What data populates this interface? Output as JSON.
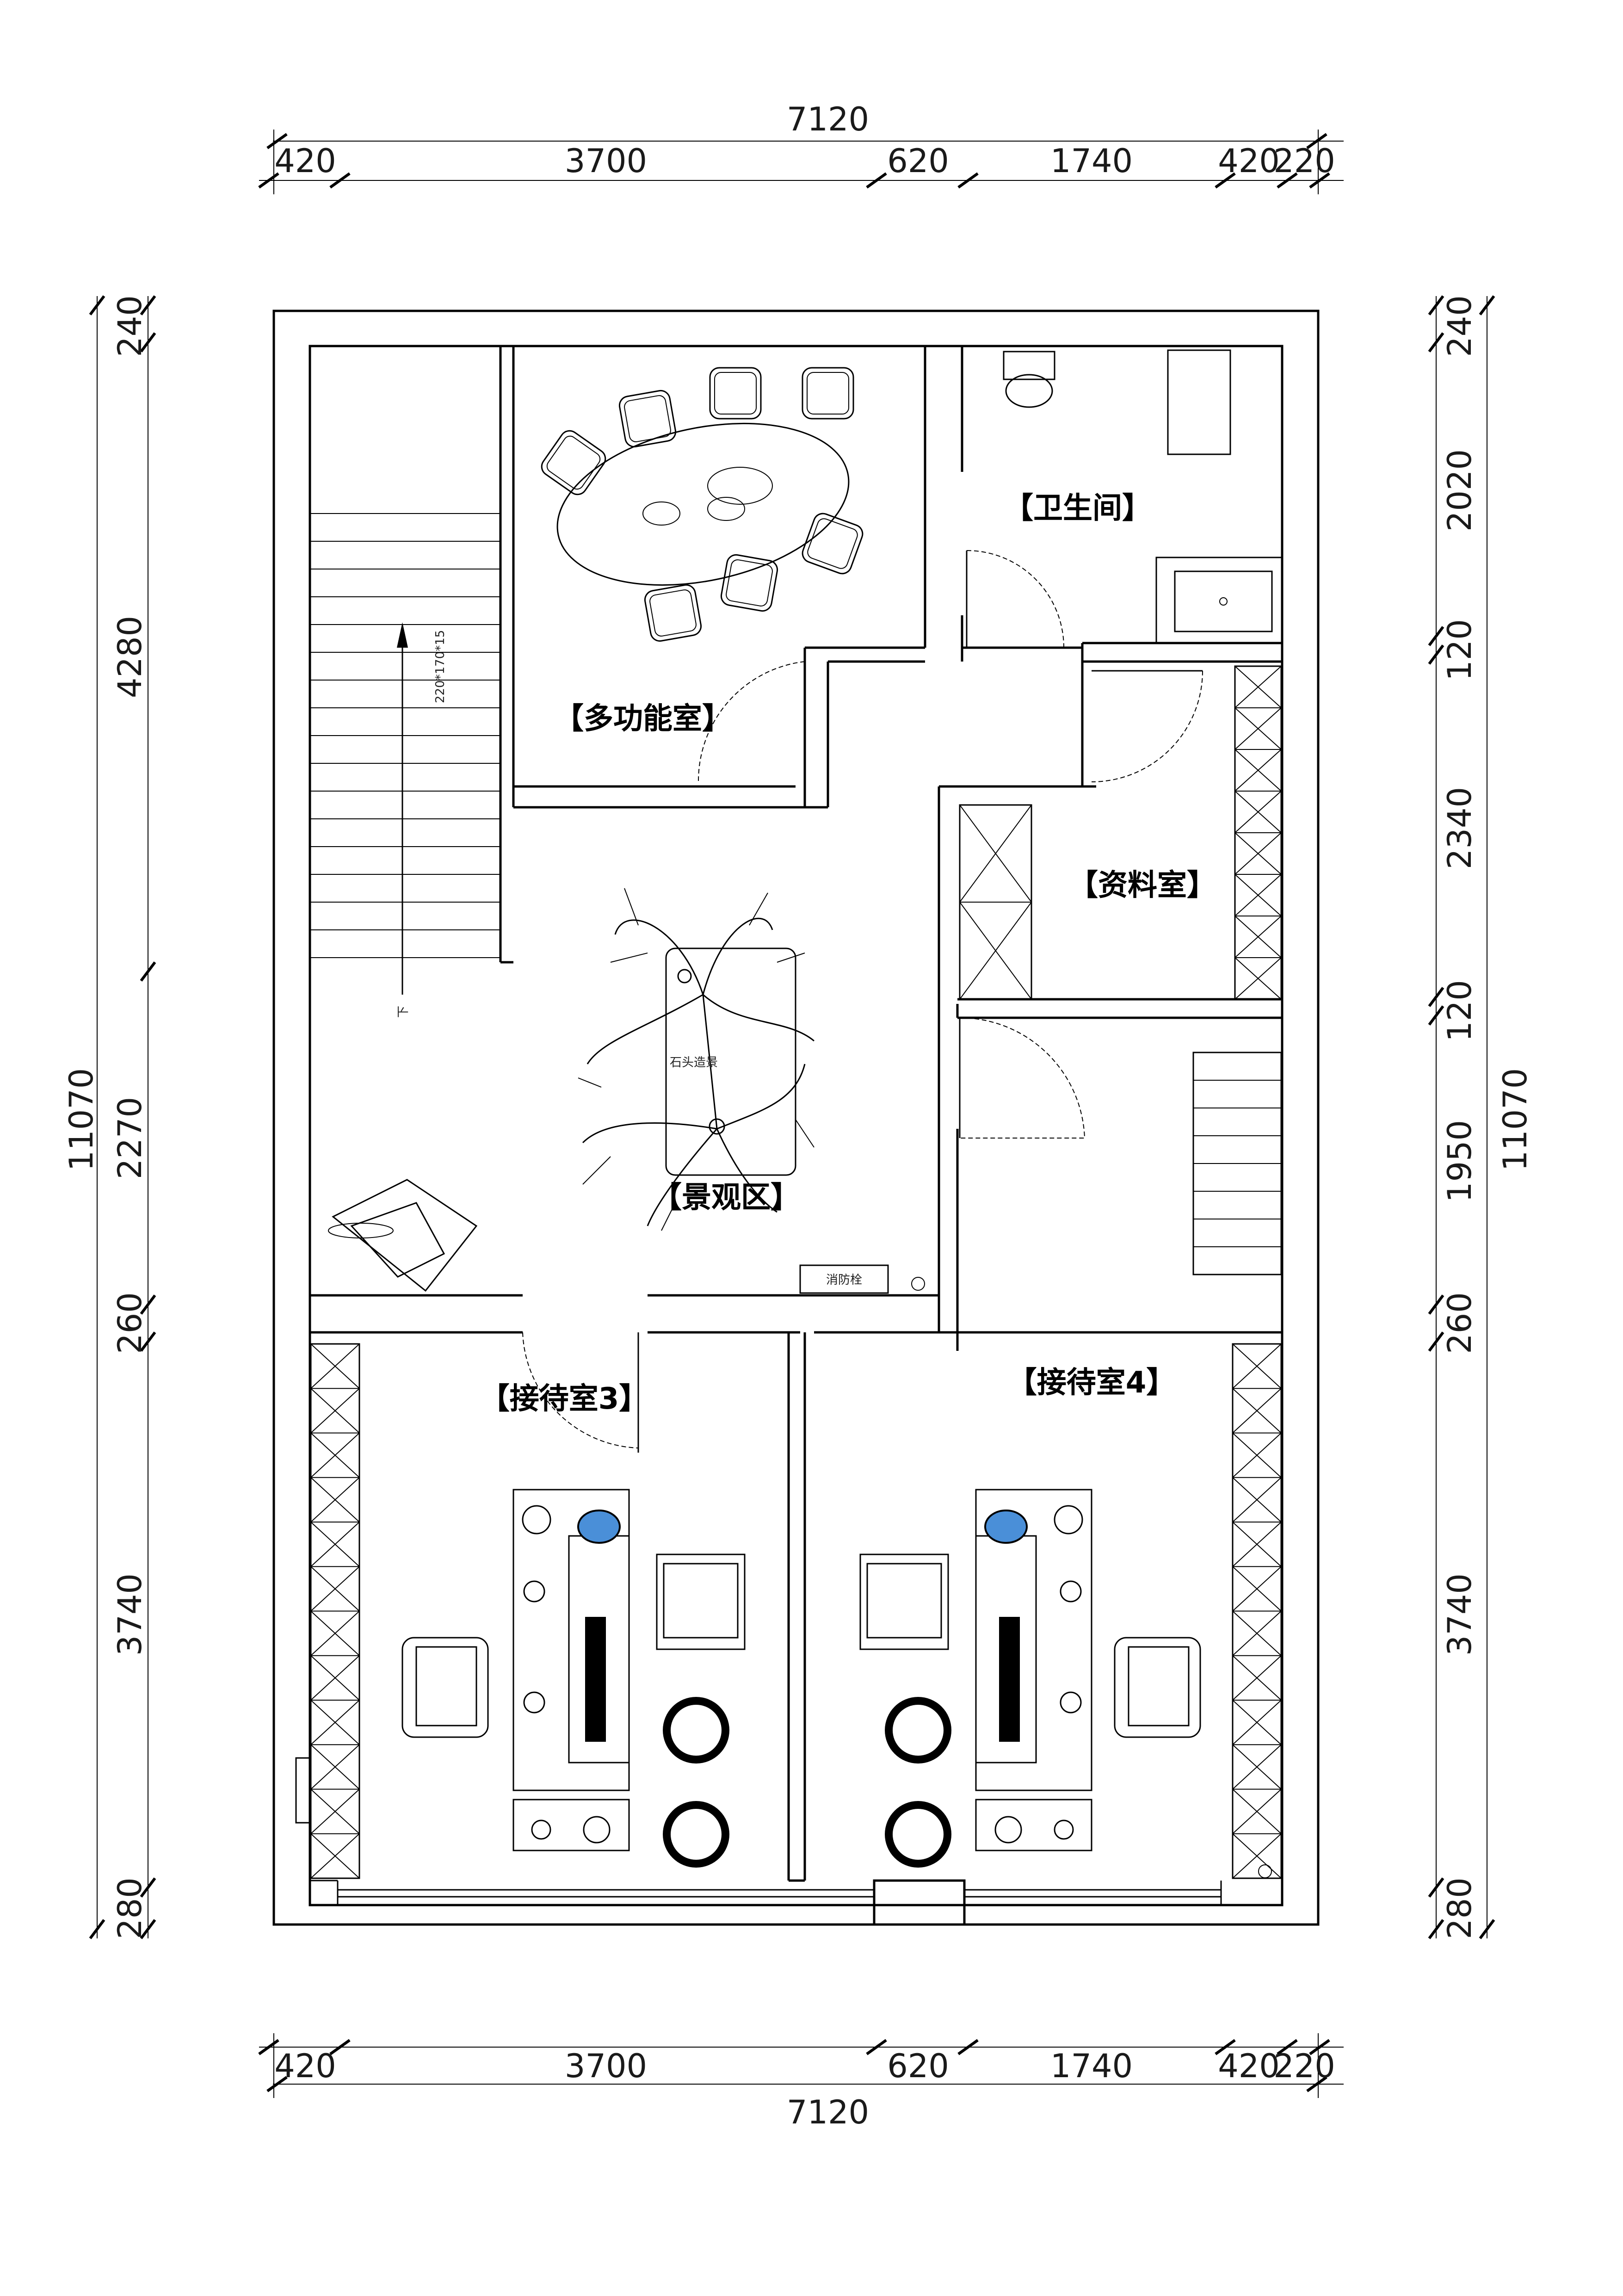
{
  "top_dimensions": {
    "overall": "7120",
    "segments": [
      "420",
      "3700",
      "620",
      "1740",
      "420",
      "220"
    ]
  },
  "bottom_dimensions": {
    "overall": "7120",
    "segments": [
      "420",
      "3700",
      "620",
      "1740",
      "420",
      "220"
    ]
  },
  "left_dimensions": {
    "overall": "11070",
    "segments": [
      "240",
      "4280",
      "2270",
      "260",
      "3740",
      "280"
    ]
  },
  "right_dimensions": {
    "overall": "11070",
    "segments": [
      "240",
      "2020",
      "120",
      "2340",
      "120",
      "1950",
      "260",
      "3740",
      "280"
    ]
  },
  "rooms": {
    "multi_function": "【多功能室】",
    "restroom": "【卫生间】",
    "archive": "【资料室】",
    "landscape": "【景观区】",
    "reception3": "【接待室3】",
    "reception4": "【接待室4】"
  },
  "annotations": {
    "stair_spec": "220*170*15",
    "stair_down": "下",
    "rock_landscape": "石头造景",
    "fire_hydrant": "消防栓"
  }
}
